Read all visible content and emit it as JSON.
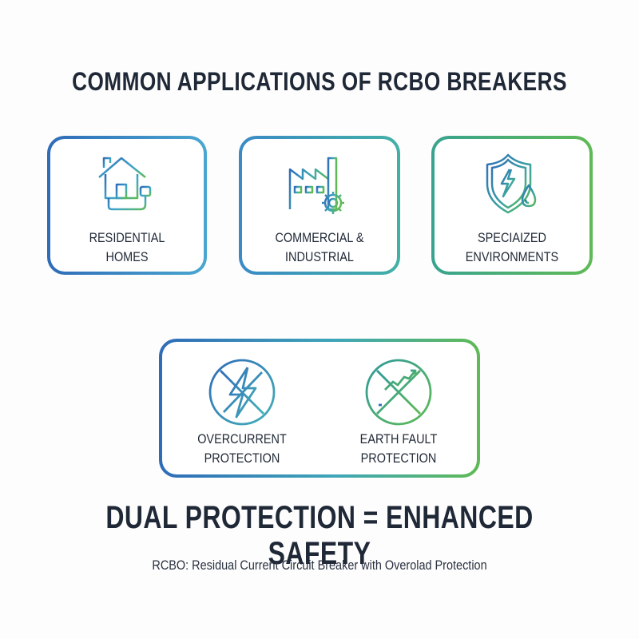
{
  "header": {
    "title": "COMMON APPLICATIONS OF RCBO BREAKERS"
  },
  "applications": [
    {
      "icon": "house-plug-icon",
      "line1": "RESIDENTIAL",
      "line2": "HOMES"
    },
    {
      "icon": "factory-gear-icon",
      "line1": "COMMERCIAL &",
      "line2": "INDUSTRIAL"
    },
    {
      "icon": "shield-bolt-drop-icon",
      "line1": "SPECIAIZED",
      "line2": "ENVIRONMENTS"
    }
  ],
  "protections": [
    {
      "icon": "overcurrent-crossed-icon",
      "line1": "OVERCURRENT",
      "line2": "PROTECTION"
    },
    {
      "icon": "earth-fault-crossed-icon",
      "line1": "EARTH FAULT",
      "line2": "PROTECTION"
    }
  ],
  "tagline": "DUAL PROTECTION = ENHANCED SAFETY",
  "footnote": "RCBO: Residual Current Circuit Breaker with Overolad Protection",
  "colors": {
    "blue": "#2f6cb8",
    "teal": "#43b0a6",
    "green": "#5fba55",
    "text": "#1f2836"
  }
}
